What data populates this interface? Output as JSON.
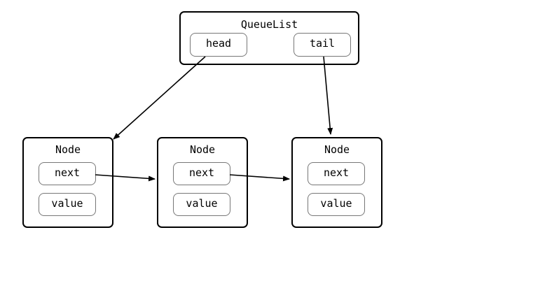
{
  "queue_list": {
    "title": "QueueList",
    "fields": {
      "head": "head",
      "tail": "tail"
    }
  },
  "nodes": [
    {
      "title": "Node",
      "next": "next",
      "value": "value"
    },
    {
      "title": "Node",
      "next": "next",
      "value": "value"
    },
    {
      "title": "Node",
      "next": "next",
      "value": "value"
    }
  ],
  "colors": {
    "border": "#000000",
    "field_border": "#777777",
    "background": "#ffffff"
  }
}
